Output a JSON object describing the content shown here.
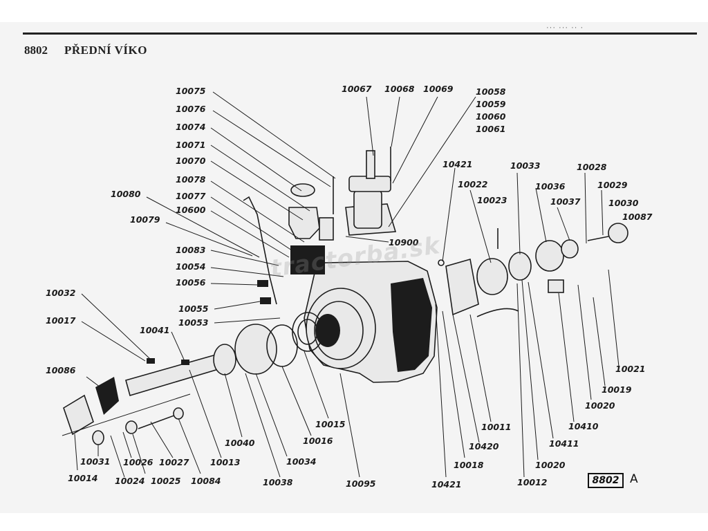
{
  "page": {
    "top_cut_text": "··· ··· ·· ·",
    "page_number": "8802",
    "title": "PŘEDNÍ VÍKO",
    "drawing_code": "8802",
    "drawing_variant": "A",
    "watermark": "tractorba.sk"
  },
  "callouts": [
    {
      "id": "c10075",
      "label": "10075"
    },
    {
      "id": "c10076",
      "label": "10076"
    },
    {
      "id": "c10074",
      "label": "10074"
    },
    {
      "id": "c10071",
      "label": "10071"
    },
    {
      "id": "c10070",
      "label": "10070"
    },
    {
      "id": "c10078",
      "label": "10078"
    },
    {
      "id": "c10077",
      "label": "10077"
    },
    {
      "id": "c10600",
      "label": "10600"
    },
    {
      "id": "c10080",
      "label": "10080"
    },
    {
      "id": "c10079",
      "label": "10079"
    },
    {
      "id": "c10083",
      "label": "10083"
    },
    {
      "id": "c10054",
      "label": "10054"
    },
    {
      "id": "c10056",
      "label": "10056"
    },
    {
      "id": "c10055",
      "label": "10055"
    },
    {
      "id": "c10053",
      "label": "10053"
    },
    {
      "id": "c10032",
      "label": "10032"
    },
    {
      "id": "c10017",
      "label": "10017"
    },
    {
      "id": "c10041",
      "label": "10041"
    },
    {
      "id": "c10086",
      "label": "10086"
    },
    {
      "id": "c10031",
      "label": "10031"
    },
    {
      "id": "c10014",
      "label": "10014"
    },
    {
      "id": "c10026",
      "label": "10026"
    },
    {
      "id": "c10024",
      "label": "10024"
    },
    {
      "id": "c10027",
      "label": "10027"
    },
    {
      "id": "c10025",
      "label": "10025"
    },
    {
      "id": "c10013",
      "label": "10013"
    },
    {
      "id": "c10084",
      "label": "10084"
    },
    {
      "id": "c10040",
      "label": "10040"
    },
    {
      "id": "c10034",
      "label": "10034"
    },
    {
      "id": "c10038",
      "label": "10038"
    },
    {
      "id": "c10016",
      "label": "10016"
    },
    {
      "id": "c10015",
      "label": "10015"
    },
    {
      "id": "c10095",
      "label": "10095"
    },
    {
      "id": "c10067",
      "label": "10067"
    },
    {
      "id": "c10068",
      "label": "10068"
    },
    {
      "id": "c10069",
      "label": "10069"
    },
    {
      "id": "c10058",
      "label": "10058"
    },
    {
      "id": "c10059",
      "label": "10059"
    },
    {
      "id": "c10060",
      "label": "10060"
    },
    {
      "id": "c10061",
      "label": "10061"
    },
    {
      "id": "c10900",
      "label": "10900"
    },
    {
      "id": "c10421a",
      "label": "10421"
    },
    {
      "id": "c10022",
      "label": "10022"
    },
    {
      "id": "c10023",
      "label": "10023"
    },
    {
      "id": "c10033",
      "label": "10033"
    },
    {
      "id": "c10036",
      "label": "10036"
    },
    {
      "id": "c10037",
      "label": "10037"
    },
    {
      "id": "c10028",
      "label": "10028"
    },
    {
      "id": "c10029",
      "label": "10029"
    },
    {
      "id": "c10030",
      "label": "10030"
    },
    {
      "id": "c10087",
      "label": "10087"
    },
    {
      "id": "c10021",
      "label": "10021"
    },
    {
      "id": "c10019",
      "label": "10019"
    },
    {
      "id": "c10020a",
      "label": "10020"
    },
    {
      "id": "c10410",
      "label": "10410"
    },
    {
      "id": "c10411",
      "label": "10411"
    },
    {
      "id": "c10020b",
      "label": "10020"
    },
    {
      "id": "c10012",
      "label": "10012"
    },
    {
      "id": "c10011",
      "label": "10011"
    },
    {
      "id": "c10420",
      "label": "10420"
    },
    {
      "id": "c10018",
      "label": "10018"
    },
    {
      "id": "c10421b",
      "label": "10421"
    }
  ]
}
